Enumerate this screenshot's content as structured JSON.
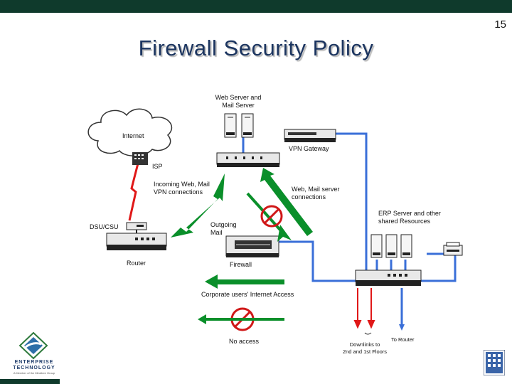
{
  "slide": {
    "page_number": "15",
    "title": "Firewall Security Policy"
  },
  "labels": {
    "web_mail_server": "Web Server and\nMail Server",
    "internet": "Internet",
    "vpn_gateway": "VPN Gateway",
    "isp": "ISP",
    "incoming": "Incoming Web, Mail\nVPN connections",
    "web_mail_connections": "Web, Mail server\nconnections",
    "dsu_csu": "DSU/CSU",
    "outgoing_mail": "Outgoing\nMail",
    "erp_server": "ERP Server and other\nshared Resources",
    "router": "Router",
    "firewall": "Firewall",
    "corporate_access": "Corporate users' Internet Access",
    "no_access": "No access",
    "downlinks": "Downlinks to\n2nd and 1st Floors",
    "to_router": "To Router"
  },
  "logo": {
    "name": "ENTERPRISE\nTECHNOLOGY",
    "tagline": "A Member of the Mindtree Group"
  },
  "colors": {
    "green_arrow": "#0a8f2a",
    "blue_line": "#3a6fd8",
    "red_line": "#e01818",
    "no_symbol": "#d01818",
    "top_bar": "#0f3a2c"
  },
  "icons": [
    "cloud-icon",
    "modem-icon",
    "router-icon",
    "firewall-icon",
    "server-icon",
    "switch-icon",
    "printer-icon",
    "no-entry-icon"
  ]
}
